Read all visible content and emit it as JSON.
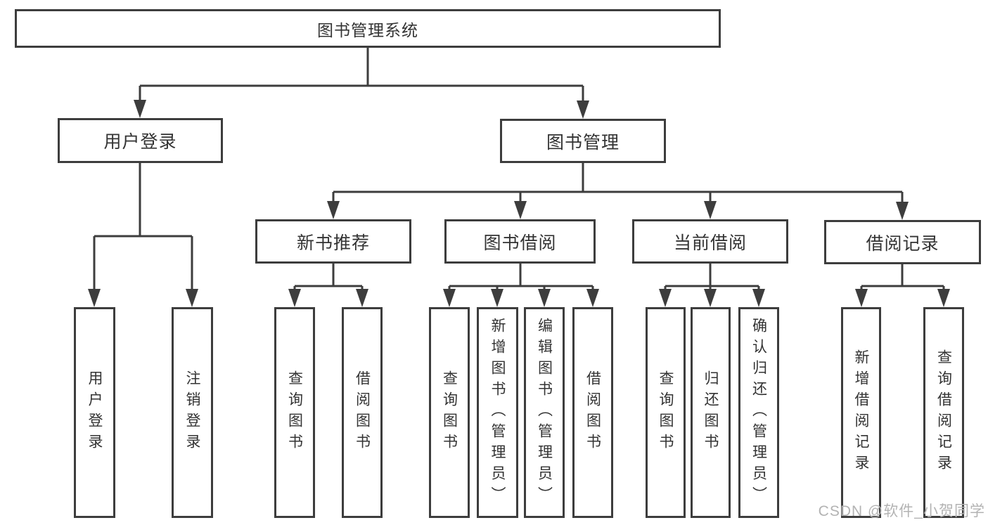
{
  "colors": {
    "line": "#3d3d3d",
    "box_border": "#3d3d3d",
    "text": "#333333",
    "background": "#ffffff",
    "watermark": "#b3b3b3"
  },
  "tree": {
    "root": {
      "label": "图书管理系统",
      "children": [
        {
          "label": "用户登录",
          "children": [
            {
              "label": "用户登录"
            },
            {
              "label": "注销登录"
            }
          ]
        },
        {
          "label": "图书管理",
          "children": [
            {
              "label": "新书推荐",
              "children": [
                {
                  "label": "查询图书"
                },
                {
                  "label": "借阅图书"
                }
              ]
            },
            {
              "label": "图书借阅",
              "children": [
                {
                  "label": "查询图书"
                },
                {
                  "label": "新增图书（管理员）"
                },
                {
                  "label": "编辑图书（管理员）"
                },
                {
                  "label": "借阅图书"
                }
              ]
            },
            {
              "label": "当前借阅",
              "children": [
                {
                  "label": "查询图书"
                },
                {
                  "label": "归还图书"
                },
                {
                  "label": "确认归还（管理员）"
                }
              ]
            },
            {
              "label": "借阅记录",
              "children": [
                {
                  "label": "新增借阅记录"
                },
                {
                  "label": "查询借阅记录"
                }
              ]
            }
          ]
        }
      ]
    }
  },
  "watermark": {
    "text": "CSDN @软件_小贺同学"
  }
}
